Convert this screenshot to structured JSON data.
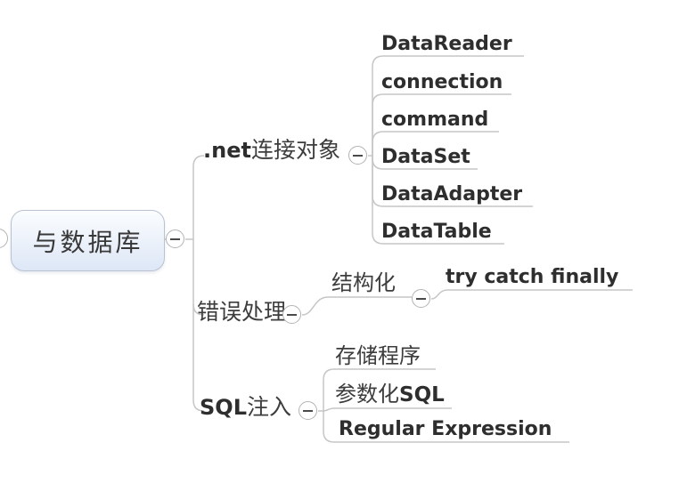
{
  "app": {
    "type": "mind-map",
    "background": "#ffffff"
  },
  "colors": {
    "edge_line": "#c6c6c6",
    "fold_circle_fill": "#ffffff",
    "fold_circle_stroke": "#b3b3b3",
    "fold_minus": "#4a4a4a",
    "latin_text": "#2e2e2e",
    "cjk_text": "#3d3d3d",
    "root_border": "#b9c2d0",
    "root_bg_top": "#fbfdff",
    "root_bg_bottom": "#dde7f6"
  },
  "icons": {
    "fold_collapse": "minus-circle"
  },
  "root": {
    "label": "与数据库"
  },
  "nodes": {
    "net": {
      "latin": ".net",
      "cjk": "连接对象"
    },
    "net_children": [
      "DataReader",
      "connection",
      "command",
      "DataSet",
      "DataAdapter",
      "DataTable"
    ],
    "err": {
      "label": "错误处理"
    },
    "struct": {
      "label": "结构化"
    },
    "try_catch": {
      "label": "try catch finally"
    },
    "sql": {
      "latin": "SQL",
      "cjk": "注入"
    },
    "stored": {
      "label": "存储程序"
    },
    "param": {
      "cjk": "参数化",
      "latin": "SQL"
    },
    "regex": {
      "label": "Regular Expression"
    }
  }
}
